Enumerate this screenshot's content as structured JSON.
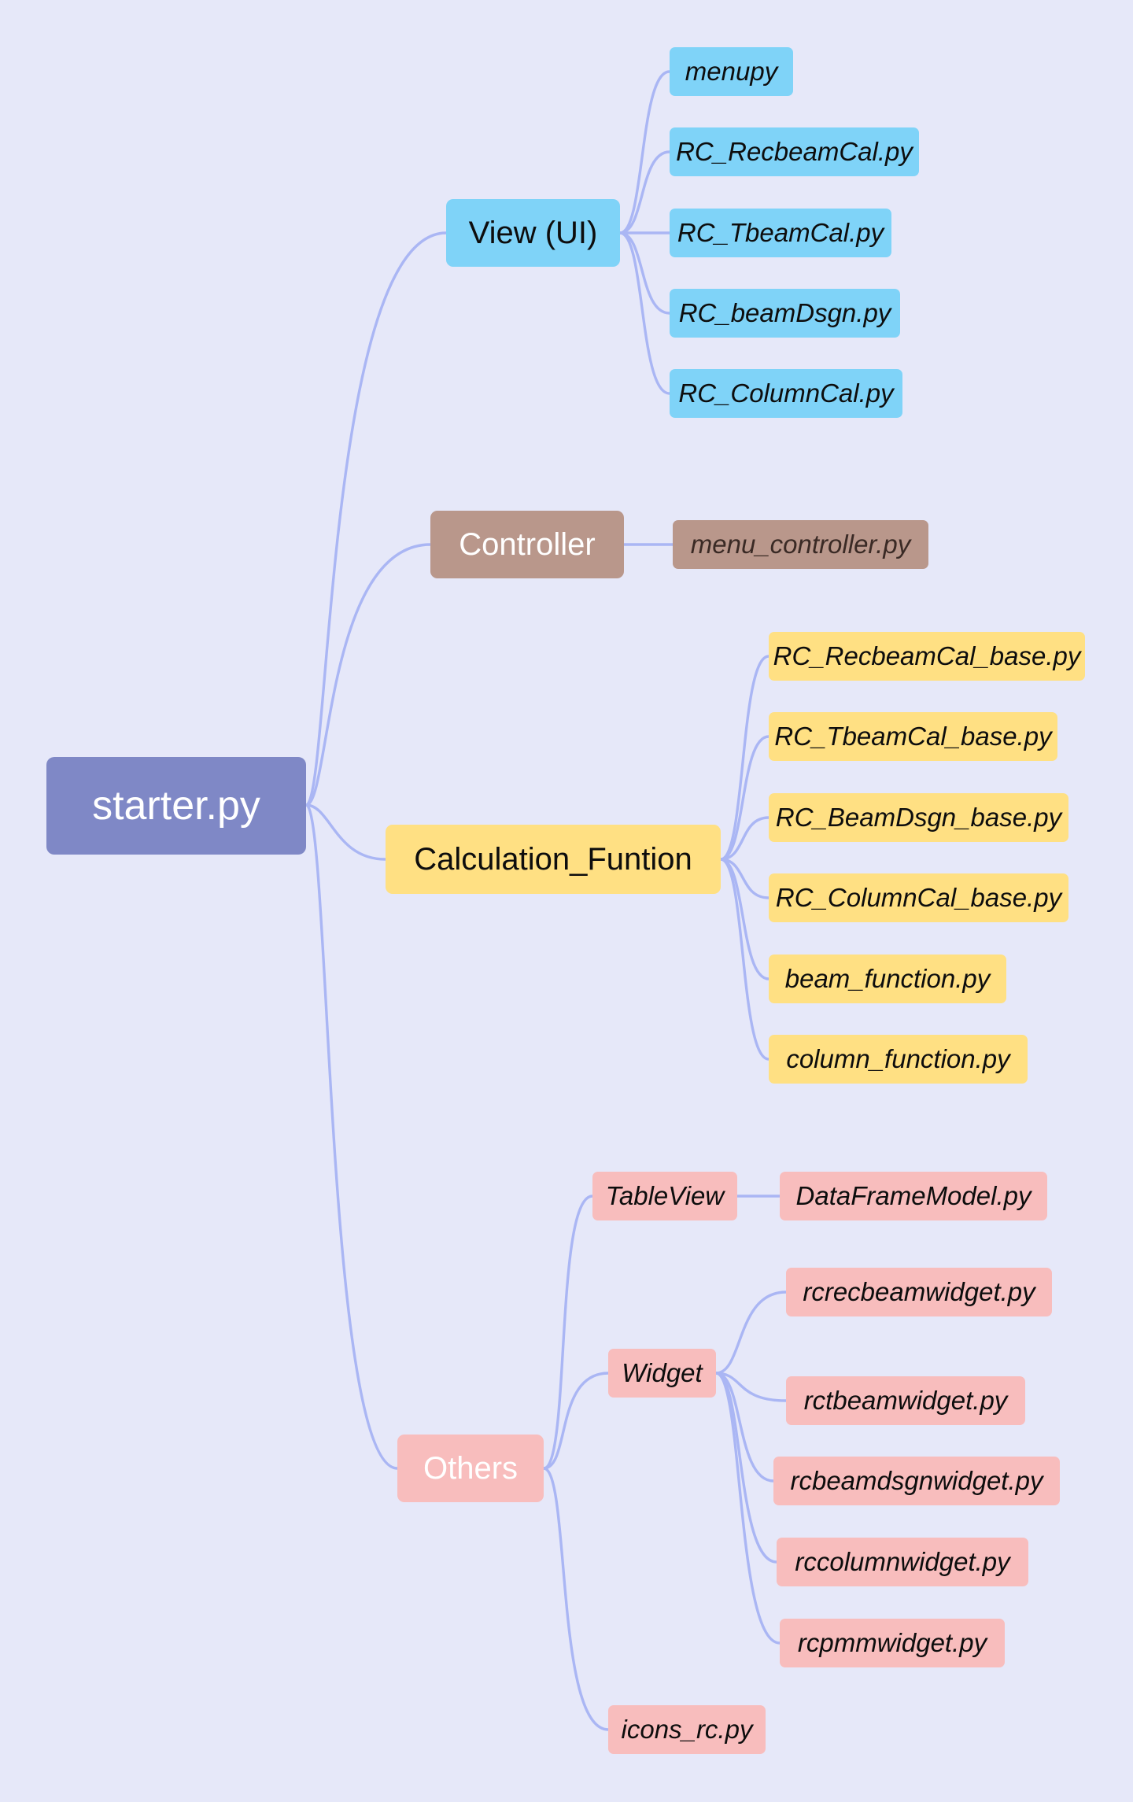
{
  "root": {
    "label": "starter.py",
    "color": "#7f88c6"
  },
  "link_color": "#aab6f4",
  "background": "#e6e8f9",
  "view": {
    "label": "View (UI)",
    "color": "#7fd3f8",
    "files": [
      "menupy",
      "RC_RecbeamCal.py",
      "RC_TbeamCal.py",
      "RC_beamDsgn.py",
      "RC_ColumnCal.py"
    ]
  },
  "controller": {
    "label": "Controller",
    "color": "#b9978b",
    "files": [
      "menu_controller.py"
    ]
  },
  "calculation": {
    "label": "Calculation_Funtion",
    "color": "#ffe083",
    "files": [
      "RC_RecbeamCal_base.py",
      "RC_TbeamCal_base.py",
      "RC_BeamDsgn_base.py",
      "RC_ColumnCal_base.py",
      "beam_function.py",
      "column_function.py"
    ]
  },
  "others": {
    "label": "Others",
    "color": "#f8bdbd",
    "tableview": {
      "label": "TableView",
      "files": [
        "DataFrameModel.py"
      ]
    },
    "widget": {
      "label": "Widget",
      "files": [
        "rcrecbeamwidget.py",
        "rctbeamwidget.py",
        "rcbeamdsgnwidget.py",
        "rccolumnwidget.py",
        "rcpmmwidget.py"
      ]
    },
    "icons": {
      "label": "icons_rc.py"
    }
  }
}
